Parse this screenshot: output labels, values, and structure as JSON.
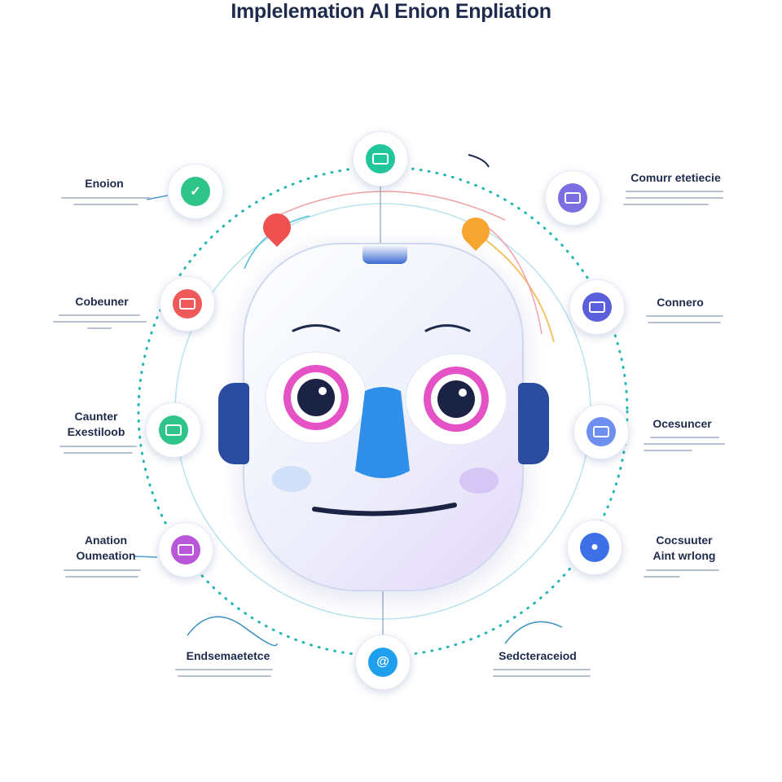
{
  "title": "Implelemation AI Enion Enpliation",
  "left_labels": [
    {
      "lines": [
        "Enoion"
      ],
      "icon": "check-icon",
      "color": "#2fc48a"
    },
    {
      "lines": [
        "Cobeuner"
      ],
      "icon": "message-icon",
      "color": "#ee5a5a"
    },
    {
      "lines": [
        "Caunter",
        "Exestiloob"
      ],
      "icon": "chat-icon",
      "color": "#2fc48a"
    },
    {
      "lines": [
        "Anation",
        "Oumeation"
      ],
      "icon": "screen-icon",
      "color": "#b957d9"
    }
  ],
  "right_labels": [
    {
      "lines": [
        "Comurr etetiecie"
      ],
      "icon": "screen-icon",
      "color": "#7b6ee0"
    },
    {
      "lines": [
        "Connero"
      ],
      "icon": "screen-icon",
      "color": "#5b5fdc"
    },
    {
      "lines": [
        "Ocesuncer"
      ],
      "icon": "screen-icon",
      "color": "#6d8ff0"
    },
    {
      "lines": [
        "Cocsuuter",
        "Aint wrlong"
      ],
      "icon": "circle-icon",
      "color": "#3d6fe6"
    }
  ],
  "bottom_labels": [
    "Endsemaetetce",
    "Sedcteraceiod"
  ],
  "top_node": {
    "icon": "chat-icon",
    "color": "#21c79a"
  },
  "bottom_node": {
    "icon": "swirl-icon",
    "color": "#1ea0ef"
  }
}
